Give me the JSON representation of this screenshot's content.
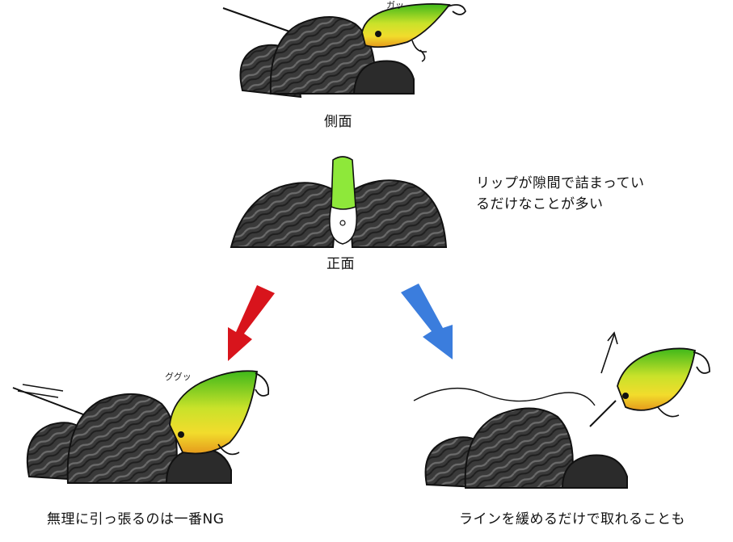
{
  "labels": {
    "side_view": "側面",
    "front_view": "正面",
    "bad_case": "無理に引っ張るのは一番NG",
    "good_case": "ラインを緩めるだけで取れることも"
  },
  "note": {
    "line1": "リップが隙間で詰まってい",
    "line2": "るだけなことが多い"
  },
  "sound_effects": {
    "top": "ガッ",
    "bottom_left": "ググッ"
  },
  "colors": {
    "rock_dark": "#2b2b2b",
    "rock_mid": "#5a5a5a",
    "lure_green": "#56c21c",
    "lure_yellow": "#f2dc2c",
    "lure_orange": "#e8a11f",
    "arrow_red": "#d8141c",
    "arrow_blue": "#3b7ddd"
  }
}
